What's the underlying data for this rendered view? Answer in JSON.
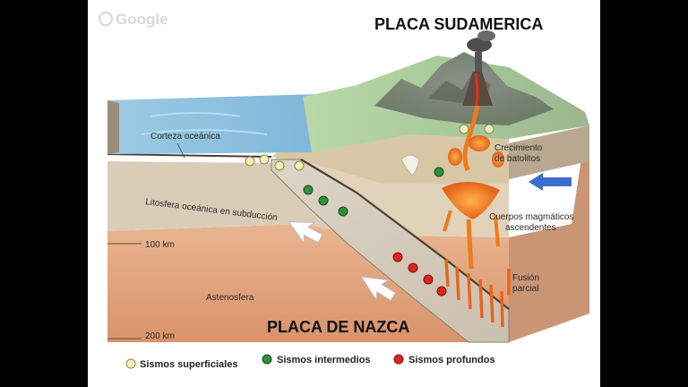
{
  "watermark": "Google",
  "titles": {
    "top": "PLACA SUDAMERICA",
    "bottom": "PLACA DE NAZCA"
  },
  "labels": {
    "oceanic_crust": "Corteza oceánica",
    "subducting_lithosphere": "Litosfera oceánica en subducción",
    "depth_100": "100 km",
    "depth_200": "200 km",
    "asthenosphere": "Astenosfera",
    "batholith_line1": "Crecimiento",
    "batholith_line2": "de batolitos",
    "magma_line1": "Cuerpos magmáticos",
    "magma_line2": "ascendentes",
    "melt_line1": "Fusión",
    "melt_line2": "parcial"
  },
  "legend": {
    "shallow": "Sismos superficiales",
    "intermediate": "Sismos intermedios",
    "deep": "Sismos profundos"
  },
  "colors": {
    "shallow_quake": "#f3f0b8",
    "intermediate_quake": "#2f8f3a",
    "deep_quake": "#e0231f",
    "ocean": "#8fc3df",
    "asthenosphere": "#e2a27a",
    "magma": "#f07a1e",
    "arrow_blue": "#3a6fd0"
  }
}
